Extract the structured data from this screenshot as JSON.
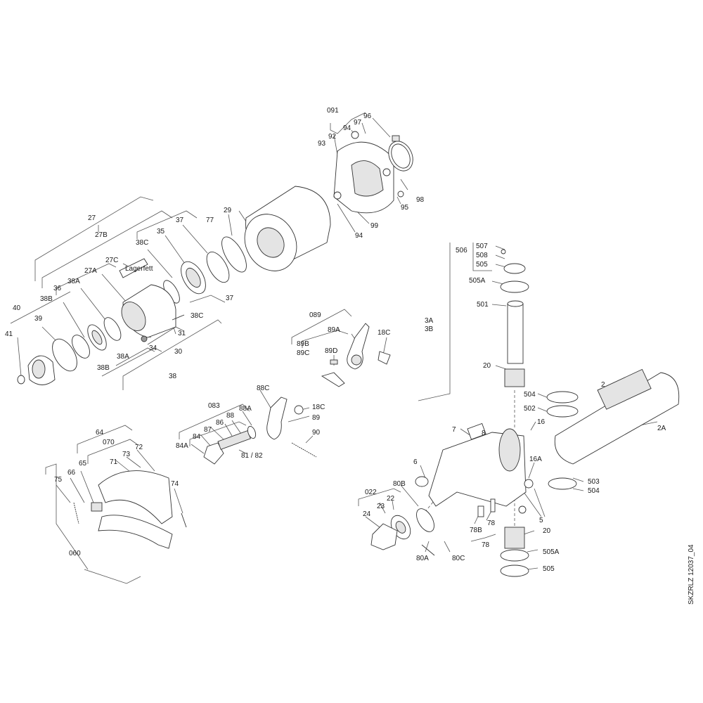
{
  "drawing_id": "SKZRLZ 12037_04",
  "labels": [
    "091",
    "96",
    "97",
    "94",
    "92",
    "93",
    "98",
    "95",
    "94",
    "99",
    "27",
    "27B",
    "29",
    "77",
    "37",
    "35",
    "38C",
    "27C",
    "Lagerfett",
    "27A",
    "38A",
    "36",
    "38B",
    "40",
    "39",
    "41",
    "38B",
    "38A",
    "38C",
    "37",
    "31",
    "34",
    "30",
    "38",
    "089",
    "89A",
    "18C",
    "89B",
    "89C",
    "89D",
    "506",
    "507",
    "508",
    "505",
    "505A",
    "501",
    "3A",
    "3B",
    "20",
    "88C",
    "083",
    "88A",
    "18C",
    "88",
    "86",
    "87",
    "84",
    "84A",
    "89",
    "90",
    "81 / 82",
    "2",
    "2A",
    "504",
    "502",
    "7",
    "8",
    "16",
    "16A",
    "6",
    "503",
    "504",
    "64",
    "070",
    "73",
    "72",
    "65",
    "66",
    "71",
    "75",
    "74",
    "060",
    "022",
    "80B",
    "23",
    "22",
    "24",
    "5",
    "78B",
    "78",
    "20",
    "78",
    "80A",
    "80C",
    "505A",
    "505"
  ]
}
